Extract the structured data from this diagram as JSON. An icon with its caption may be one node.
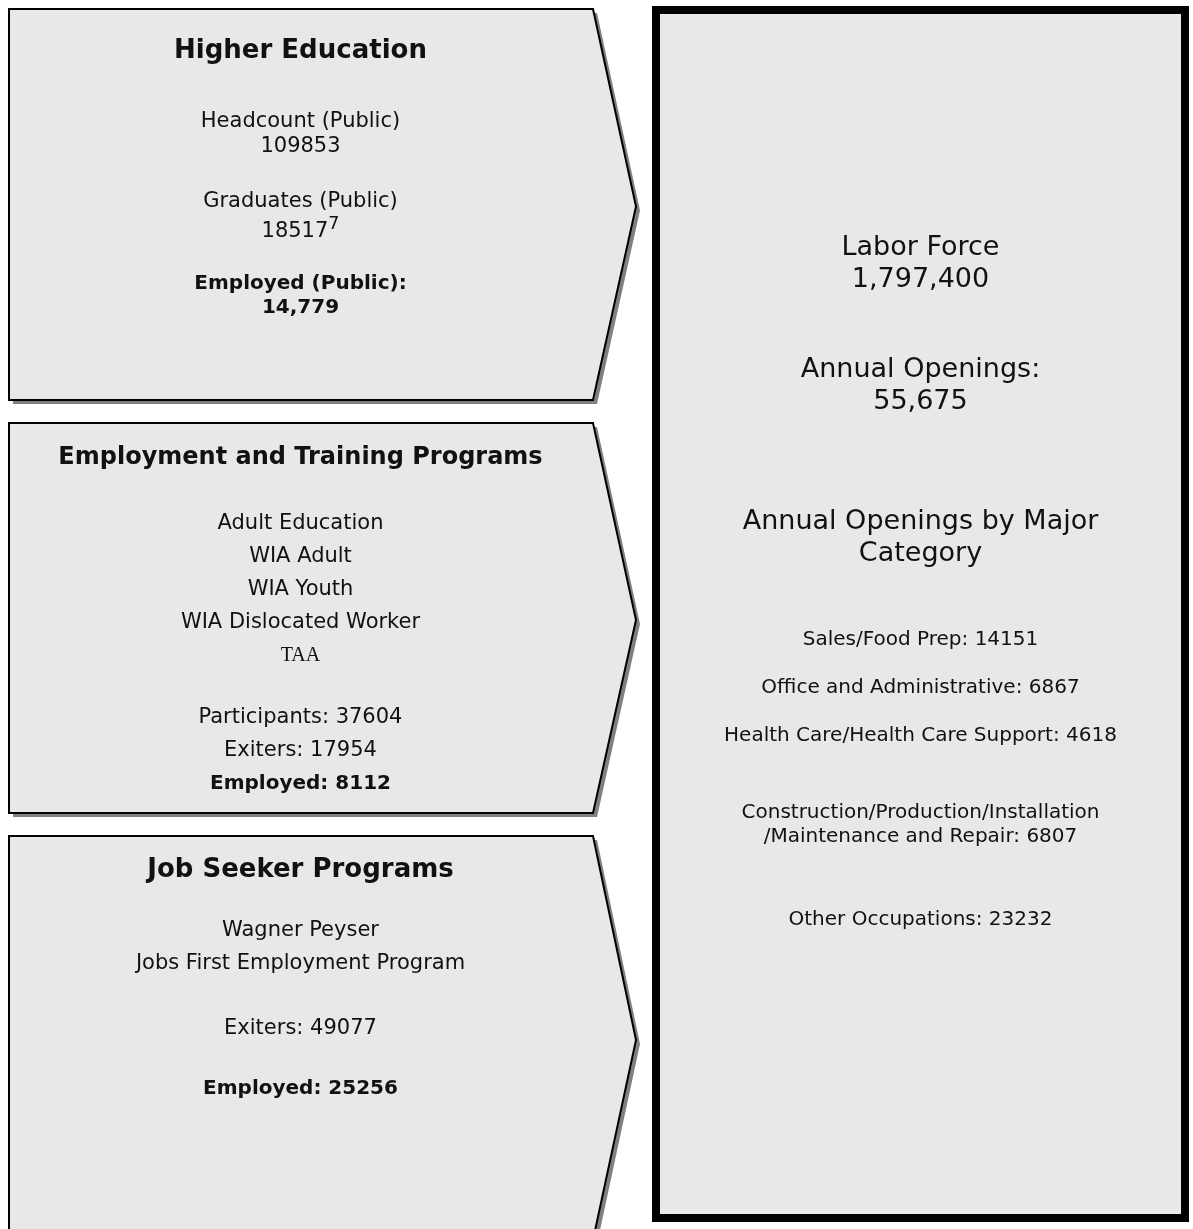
{
  "diagram": {
    "nodes": [
      {
        "text": [
          "Higher Education",
          "Headcount (Public) 109853",
          "Graduates (Public) 18517$^{7}$",
          "Employed (Public): 14,779"
        ]
      },
      {
        "text": [
          "Employment and Training Programs",
          "Adult Education",
          "WIA Adult",
          "WIA Youth",
          "WIA Dislocated Worker",
          "TAA",
          "Participants: 37604",
          "Exiters: 17954",
          "Employed: 8112"
        ]
      },
      {
        "text": [
          "Job Seeker Programs",
          "Wagner Peyser",
          "Jobs First Employment Program",
          "Exiters: 49077",
          "Employed: 25256"
        ]
      },
      {
        "text": [
          "Labor Force 1,797,400",
          "Annual Openings: 55,675",
          "Annual Openings by Major Category",
          "Sales/Food Prep: 14151",
          "Office and Administrative: 6867",
          "Health Care/Health Care Support: 4618",
          "Construction/Production/Installation /Maintenance and Repair: 6807",
          "Other Occupations: 23232"
        ]
      }
    ]
  }
}
